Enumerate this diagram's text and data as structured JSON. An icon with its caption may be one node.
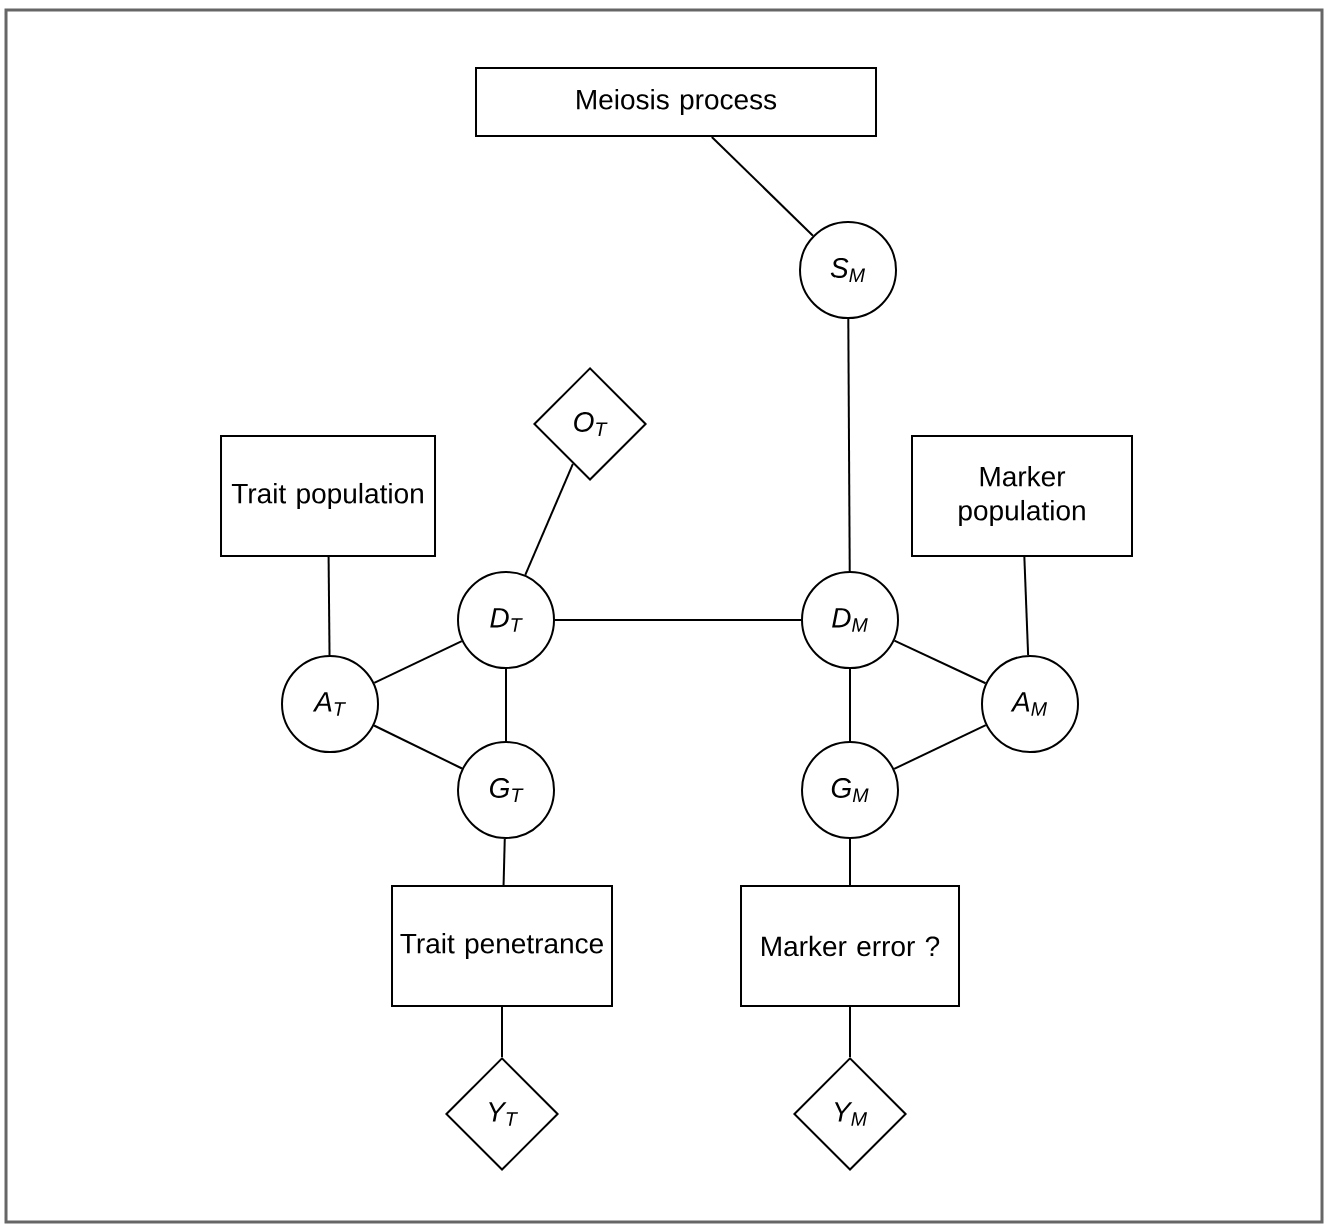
{
  "diagram": {
    "nodes": [
      {
        "text": [
          "Meiosis process"
        ]
      },
      {
        "text": [
          "S$_{M}$"
        ]
      },
      {
        "text": [
          "O$_{T}$"
        ]
      },
      {
        "text": [
          "Trait population"
        ]
      },
      {
        "text": [
          "Marker population"
        ]
      },
      {
        "text": [
          "D$_{T}$"
        ]
      },
      {
        "text": [
          "D$_{M}$"
        ]
      },
      {
        "text": [
          "A$_{T}$"
        ]
      },
      {
        "text": [
          "A$_{M}$"
        ]
      },
      {
        "text": [
          "G$_{T}$"
        ]
      },
      {
        "text": [
          "G$_{M}$"
        ]
      },
      {
        "text": [
          "Trait penetrance"
        ]
      },
      {
        "text": [
          "Marker error ?"
        ]
      },
      {
        "text": [
          "Y$_{T}$"
        ]
      },
      {
        "text": [
          "Y$_{M}$"
        ]
      }
    ],
    "edges": [
      {
        "from": 0,
        "to": 1,
        "arrow": "none"
      },
      {
        "from": 1,
        "to": 6,
        "arrow": "none"
      },
      {
        "from": 5,
        "to": 2,
        "arrow": "none"
      },
      {
        "from": 3,
        "to": 7,
        "arrow": "none"
      },
      {
        "from": 4,
        "to": 8,
        "arrow": "none"
      },
      {
        "from": 5,
        "to": 6,
        "arrow": "none"
      },
      {
        "from": 5,
        "to": 7,
        "arrow": "none"
      },
      {
        "from": 5,
        "to": 9,
        "arrow": "none"
      },
      {
        "from": 7,
        "to": 9,
        "arrow": "none"
      },
      {
        "from": 6,
        "to": 8,
        "arrow": "none"
      },
      {
        "from": 6,
        "to": 10,
        "arrow": "none"
      },
      {
        "from": 8,
        "to": 10,
        "arrow": "none"
      },
      {
        "from": 9,
        "to": 11,
        "arrow": "none"
      },
      {
        "from": 10,
        "to": 12,
        "arrow": "none"
      },
      {
        "from": 11,
        "to": 13,
        "arrow": "none"
      },
      {
        "from": 12,
        "to": 14,
        "arrow": "none"
      }
    ]
  }
}
